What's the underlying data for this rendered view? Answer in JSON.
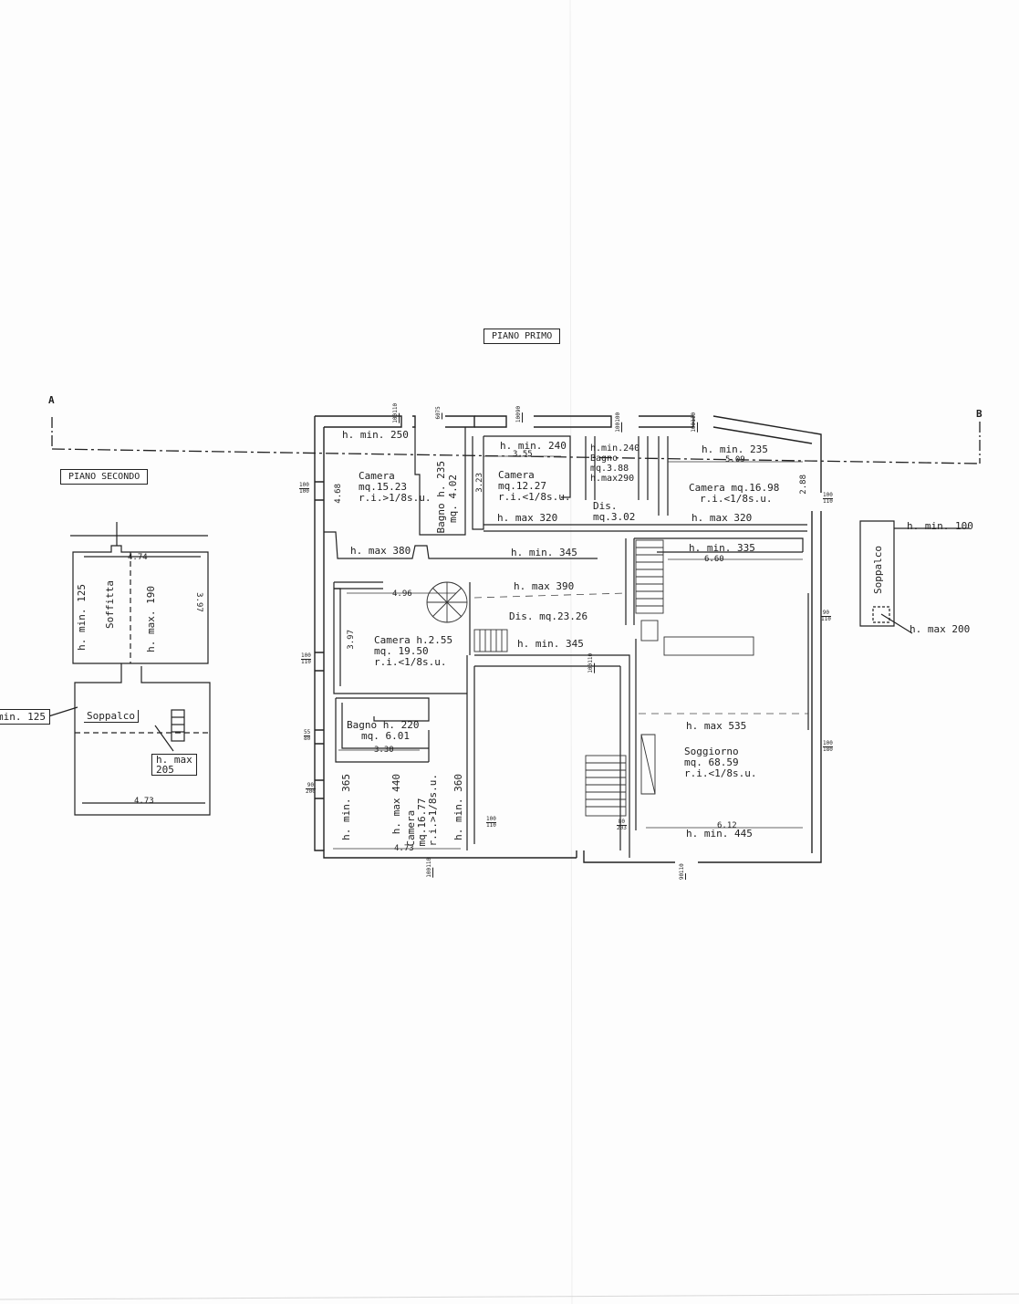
{
  "titles": {
    "piano_primo": "PIANO PRIMO",
    "piano_secondo": "PIANO SECONDO"
  },
  "section": {
    "a": "A",
    "b": "B"
  },
  "rooms": {
    "camera1": {
      "name": "Camera",
      "area": "mq.15.23",
      "ratio": "r.i.>1/8s.u.",
      "hmin": "h. min. 250",
      "hmax": "h. max 380",
      "dim": "4.68"
    },
    "bagno1": {
      "name": "Bagno h. 235",
      "area": "mq. 4.02"
    },
    "camera2": {
      "name": "Camera",
      "area": "mq.12.27",
      "ratio": "r.i.<1/8s.u.",
      "hmin": "h. min. 240",
      "hmax": "h. max 320",
      "width": "3.55",
      "depth": "3.23"
    },
    "bagno2": {
      "hmin": "h.min.240",
      "name": "Bagno",
      "area": "mq.3.88",
      "hmax": "h.max290"
    },
    "dis_small": {
      "name": "Dis.",
      "area": "mq.3.02"
    },
    "camera3": {
      "hmin": "h. min. 235",
      "width": "5.09",
      "name": "Camera mq.16.98",
      "ratio": "r.i.<1/8s.u.",
      "hmax": "h. max 320",
      "depth": "2.88"
    },
    "corridor": {
      "hmin": "h. min. 345"
    },
    "stair_top": {
      "hmin": "h. min. 335",
      "width": "6.60"
    },
    "dis_big": {
      "hmax": "h. max 390",
      "name": "Dis. mq.23.26",
      "hmin": "h. min. 345"
    },
    "camera4": {
      "width": "4.96",
      "depth": "3.97",
      "name": "Camera h.2.55",
      "area": "mq. 19.50",
      "ratio": "r.i.<1/8s.u."
    },
    "bagno3": {
      "name": "Bagno h. 220",
      "area": "mq. 6.01",
      "width": "3.30"
    },
    "camera5": {
      "hmin": "h. min. 365",
      "hmax": "h. max 440",
      "name": "Camera",
      "area": "mq.16.77",
      "ratio": "r.i.>1/8s.u.",
      "hmin2": "h. min. 360",
      "width": "4.73"
    },
    "soggiorno": {
      "hmax": "h. max 535",
      "name": "Soggiorno",
      "area": "mq. 68.59",
      "ratio": "r.i.<1/8s.u.",
      "width": "6.12",
      "hmin": "h. min. 445"
    },
    "soppalco_right": {
      "name": "Soppalco",
      "hmin": "h. min. 100",
      "hmax": "h. max 200"
    }
  },
  "second_floor": {
    "soffitta": {
      "name": "Soffitta",
      "hmin": "h. min. 125",
      "hmax": "h. max. 190",
      "width": "4.74",
      "depth": "3.97"
    },
    "soppalco": {
      "name": "Soppalco",
      "hmin": "min. 125",
      "hmax1": "h. max",
      "hmax2": "205",
      "width": "4.73"
    }
  },
  "openings": {
    "w1": [
      "100",
      "110"
    ],
    "w2": [
      "60",
      "75"
    ],
    "w3": [
      "100",
      "90"
    ],
    "w4": [
      "100",
      "100"
    ],
    "w5": [
      "100",
      "110"
    ],
    "w6": [
      "100",
      "100"
    ],
    "w7": [
      "100",
      "110"
    ],
    "w8": [
      "100",
      "110"
    ],
    "w9": [
      "90",
      "110"
    ],
    "w10": [
      "55",
      "80"
    ],
    "w11": [
      "90",
      "200"
    ],
    "w12": [
      "100",
      "110"
    ],
    "w13": [
      "100",
      "110"
    ],
    "w14": [
      "100",
      "180"
    ],
    "w15": [
      "90",
      "110"
    ],
    "w16": [
      "80",
      "203"
    ],
    "w17": [
      "100",
      "110"
    ],
    "w18": [
      "100",
      "110"
    ]
  }
}
